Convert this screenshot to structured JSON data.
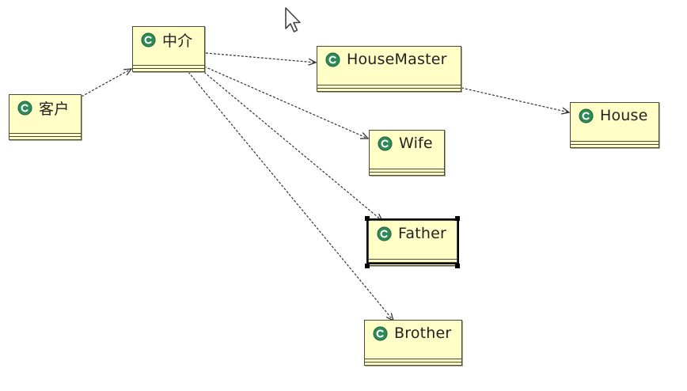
{
  "diagram": {
    "classes": [
      {
        "id": "kehu",
        "name": "客户"
      },
      {
        "id": "zhongjie",
        "name": "中介"
      },
      {
        "id": "housemaster",
        "name": "HouseMaster"
      },
      {
        "id": "house",
        "name": "House"
      },
      {
        "id": "wife",
        "name": "Wife"
      },
      {
        "id": "father",
        "name": "Father",
        "selected": true
      },
      {
        "id": "brother",
        "name": "Brother"
      }
    ],
    "dependencies": [
      {
        "from": "kehu",
        "to": "zhongjie"
      },
      {
        "from": "zhongjie",
        "to": "housemaster"
      },
      {
        "from": "housemaster",
        "to": "house"
      },
      {
        "from": "zhongjie",
        "to": "wife"
      },
      {
        "from": "zhongjie",
        "to": "father"
      },
      {
        "from": "zhongjie",
        "to": "brother"
      }
    ],
    "class_icon": "class-c-icon",
    "colors": {
      "class_fill": "#fffec6",
      "class_border": "#4a4a3a",
      "icon_fill": "#2e8b57",
      "arrow": "#333333"
    }
  }
}
